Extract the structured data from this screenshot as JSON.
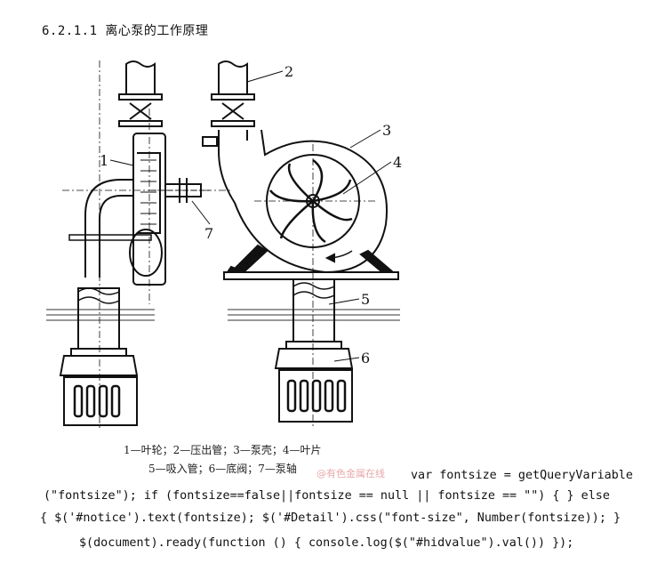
{
  "section_title": "6.2.1.1 离心泵的工作原理",
  "figure": {
    "labels": {
      "l1": "1",
      "l2": "2",
      "l3": "3",
      "l4": "4",
      "l5": "5",
      "l6": "6",
      "l7": "7"
    },
    "caption_line1": "1—叶轮；2—压出管；3—泵壳；4—叶片",
    "caption_line2": "5—吸入管；6—底阀；7—泵轴"
  },
  "watermark": "@有色金属在线",
  "code_lines": [
    "var fontsize = getQueryVariable",
    "(\"fontsize\"); if (fontsize==false||fontsize == null || fontsize == \"\") { } else",
    "{ $('#notice').text(fontsize); $('#Detail').css(\"font-size\", Number(fontsize)); }",
    "$(document).ready(function () { console.log($(\"#hidvalue\").val()) });"
  ]
}
